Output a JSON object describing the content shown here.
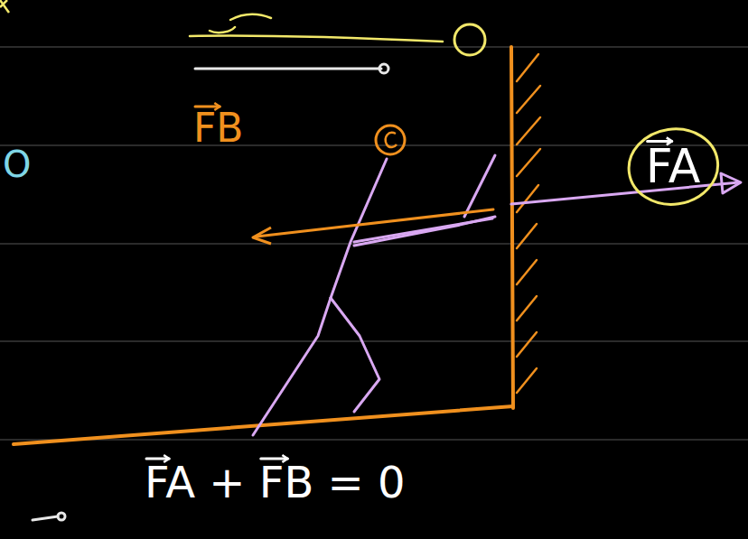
{
  "diagram": {
    "nodes": [
      {
        "text": [
          "FA"
        ]
      }
    ],
    "labels": [
      "FB",
      "O",
      "FA + FB = 0"
    ]
  }
}
